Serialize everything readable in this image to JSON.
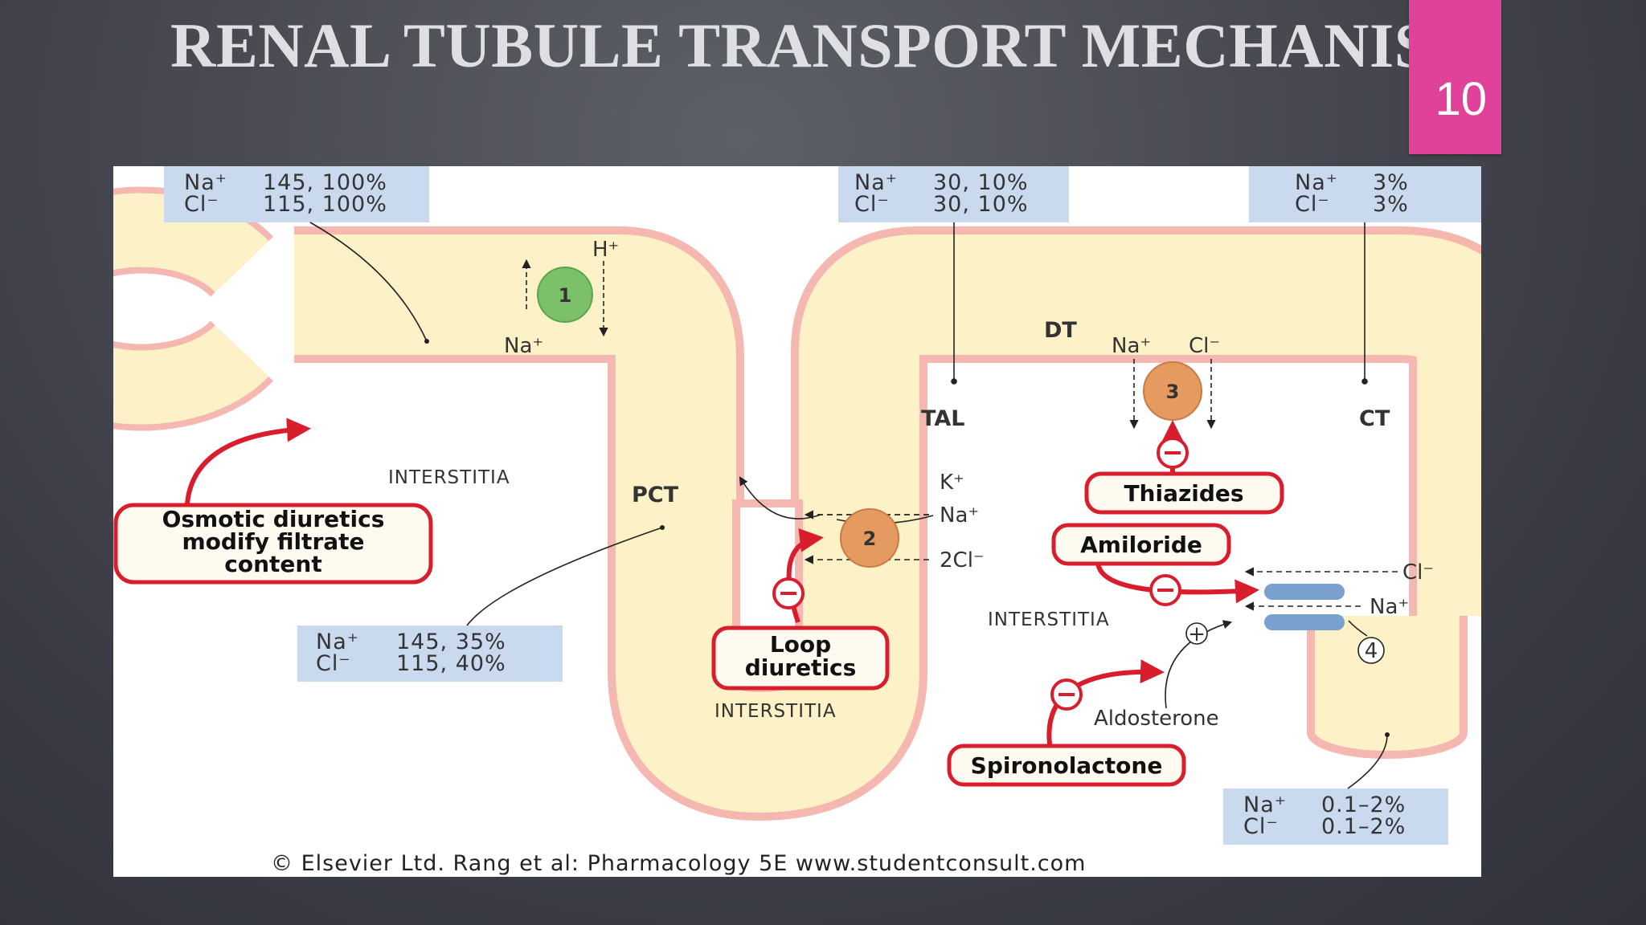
{
  "slide": {
    "title": "RENAL TUBULE TRANSPORT MECHANISM",
    "number": "10",
    "accent_color": "#e0429a"
  },
  "diagram": {
    "segments": {
      "pct": "PCT",
      "tal": "TAL",
      "dt": "DT",
      "ct": "CT"
    },
    "interstitia": {
      "left": "INTERSTITIA",
      "bottom": "INTERSTITIA",
      "right": "INTERSTITIA"
    },
    "boxes": {
      "glomerular": {
        "na_label": "Na⁺",
        "na_value": "145, 100%",
        "cl_label": "Cl⁻",
        "cl_value": "115, 100%"
      },
      "pct_out": {
        "na_label": "Na⁺",
        "na_value": "145, 35%",
        "cl_label": "Cl⁻",
        "cl_value": "115, 40%"
      },
      "tal": {
        "na_label": "Na⁺",
        "na_value": "30, 10%",
        "cl_label": "Cl⁻",
        "cl_value": "30, 10%"
      },
      "dt": {
        "na_label": "Na⁺",
        "na_value": "3%",
        "cl_label": "Cl⁻",
        "cl_value": "3%"
      },
      "ct_out": {
        "na_label": "Na⁺",
        "na_value": "0.1–2%",
        "cl_label": "Cl⁻",
        "cl_value": "0.1–2%"
      }
    },
    "transporters": {
      "t1": {
        "number": "1",
        "ion_top": "H⁺",
        "ion_bottom": "Na⁺",
        "color": "#7cc16a"
      },
      "t2": {
        "number": "2",
        "ion_k": "K⁺",
        "ion_na": "Na⁺",
        "ion_cl": "2Cl⁻",
        "color": "#e59a60"
      },
      "t3": {
        "number": "3",
        "ion_na": "Na⁺",
        "ion_cl": "Cl⁻",
        "color": "#e59a60"
      },
      "t4": {
        "number": "4",
        "ion_cl": "Cl⁻",
        "ion_na": "Na⁺",
        "channel_color": "#7aa0d0"
      }
    },
    "drugs": {
      "osmotic": {
        "line1": "Osmotic diuretics",
        "line2": "modify filtrate",
        "line3": "content"
      },
      "loop": {
        "line1": "Loop",
        "line2": "diuretics"
      },
      "thiazides": "Thiazides",
      "amiloride": "Amiloride",
      "spironolactone": "Spironolactone",
      "aldosterone": "Aldosterone"
    },
    "credit": "© Elsevier Ltd. Rang et al: Pharmacology 5E www.studentconsult.com",
    "colors": {
      "tubule_fill": "#fdf1c7",
      "tubule_wall": "#f5b8b0",
      "drug_red": "#d81e2c",
      "box_blue": "#c9d9ee"
    }
  }
}
